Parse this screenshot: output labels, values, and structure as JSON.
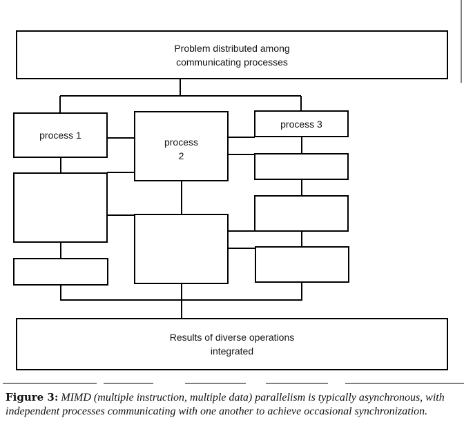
{
  "diagram": {
    "top_box": {
      "line1": "Problem distributed among",
      "line2": "communicating processes"
    },
    "process1": "process 1",
    "process2": {
      "line1": "process",
      "line2": "2"
    },
    "process3": "process 3",
    "bottom_box": {
      "line1": "Results of diverse operations",
      "line2": "integrated"
    }
  },
  "caption": {
    "label": "Figure 3:",
    "text": "MIMD (multiple instruction, multiple data) parallelism is typically asynchronous, with independent processes communicating with one another to achieve occasional synchronization."
  }
}
